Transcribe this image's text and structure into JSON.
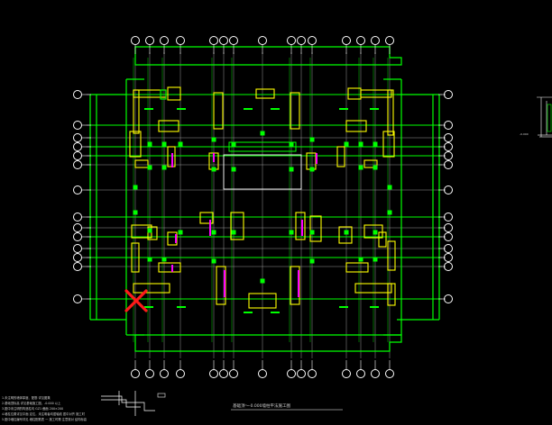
{
  "drawing": {
    "title": "基础顶～-0.000墙柱平法施工图",
    "notes": [
      "1.未注明的墙体厚度、配筋 详见图集",
      "2.基础顶标高 详见基础施工图，-0.000 以上",
      "3.图中未注明的构造柱均 GZ1 截面 200×200",
      "4.墙柱位置详见平面 定位，未注明者均居轴线 居中对齐 施工时",
      "5.图中墙柱编号详见 墙柱配筋表 一 施工时需 注意核对 结构标高"
    ],
    "right_annotation": "-0.000",
    "error_marker": "X"
  },
  "colors": {
    "background": "#000000",
    "outline": "#00ff00",
    "grid": "#c8c8c8",
    "walls": "#ffff00",
    "columns": "#00ff00",
    "accent": "#ff00ff",
    "marker": "#ff0000",
    "bubble": "#ffffff"
  }
}
